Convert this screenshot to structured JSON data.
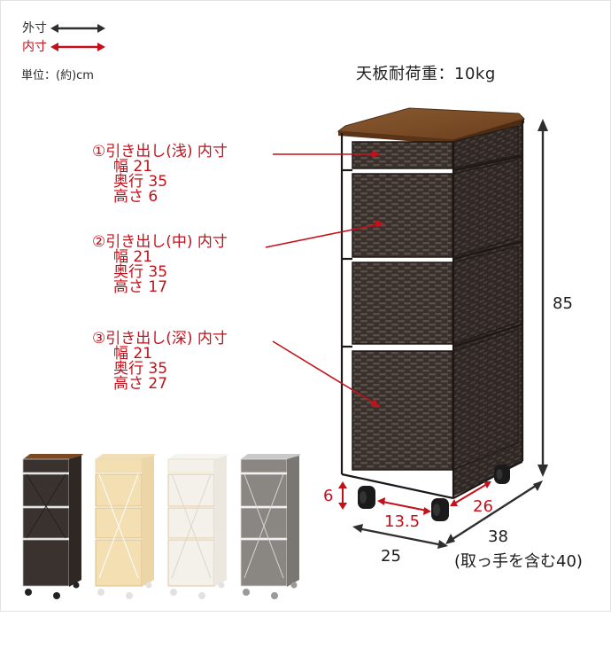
{
  "legend": {
    "outer_label": "外寸",
    "inner_label": "内寸",
    "unit_label": "単位：(約)cm",
    "outer_color": "#2f2f2f",
    "inner_color": "#c4101a"
  },
  "load_capacity": "天板耐荷重：10kg",
  "drawers": [
    {
      "title": "①引き出し(浅) 内寸",
      "width": "幅 21",
      "depth": "奥行 35",
      "height": "高さ 6"
    },
    {
      "title": "②引き出し(中) 内寸",
      "width": "幅 21",
      "depth": "奥行 35",
      "height": "高さ 17"
    },
    {
      "title": "③引き出し(深) 内寸",
      "width": "幅 21",
      "depth": "奥行 35",
      "height": "高さ 27"
    }
  ],
  "dimensions": {
    "height_total": "85",
    "width_total": "25",
    "depth_total": "38",
    "depth_note": "(取っ手を含む40)",
    "caster_height": "6",
    "caster_span_width": "13.5",
    "caster_span_depth": "26"
  },
  "colors": {
    "wicker_dark": "#3b322e",
    "wood_top": "#7a4a25",
    "accent_red": "#c4101a"
  },
  "variants": [
    {
      "name": "dark-brown",
      "body": "#3a322e",
      "top": "#7a4a25",
      "frame": "#bfbfbf",
      "caster": "#1f1f1f"
    },
    {
      "name": "natural",
      "body": "#f3dfb2",
      "top": "#f1deb6",
      "frame": "#ece6d8",
      "caster": "#e6e6e6"
    },
    {
      "name": "white",
      "body": "#f4f1ea",
      "top": "#f5f3ee",
      "frame": "#e5dfd2",
      "caster": "#e6e6e6"
    },
    {
      "name": "gray",
      "body": "#8a8682",
      "top": "#c9c9c9",
      "frame": "#dcdcdc",
      "caster": "#9a9a9a"
    }
  ]
}
